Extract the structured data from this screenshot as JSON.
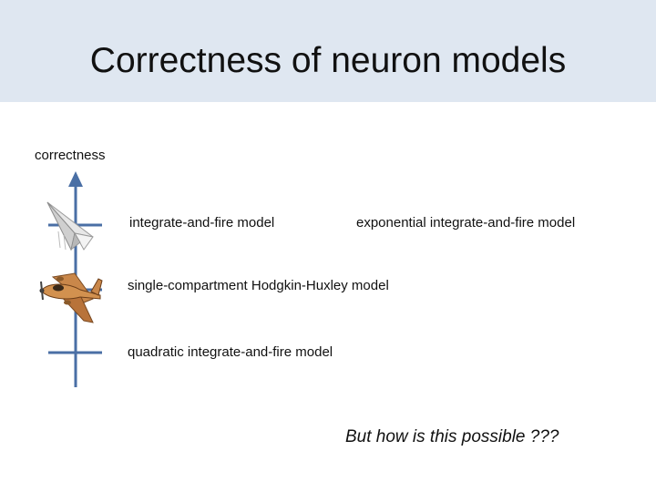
{
  "slide": {
    "title": "Correctness of neuron models",
    "axis_label": "correctness",
    "models": {
      "integrate_and_fire": "integrate-and-fire model",
      "exponential_integrate_and_fire": "exponential integrate-and-fire model",
      "hodgkin_huxley": "single-compartment Hodgkin-Huxley model",
      "quadratic_integrate_and_fire": "quadratic integrate-and-fire model"
    },
    "question": "But how is this possible ???"
  },
  "colors": {
    "title_background": "#dfe7f1",
    "axis": "#4a6fa5",
    "airliner": "#c9a069"
  },
  "icons": [
    "paper-plane-icon",
    "propeller-airplane-icon"
  ]
}
